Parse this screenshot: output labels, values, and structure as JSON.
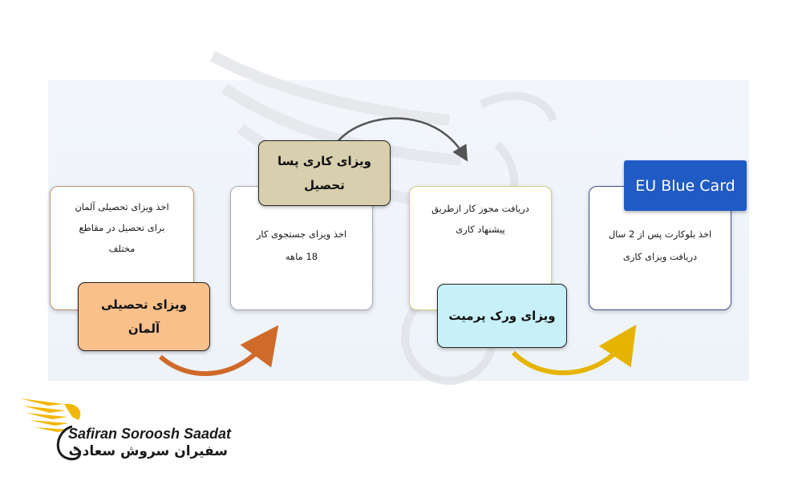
{
  "steps": [
    {
      "title": "ویزای تحصیلی آلمان",
      "description": [
        "اخذ ویزای تحصیلی آلمان",
        "برای تحصیل در مقاطع",
        "مختلف"
      ],
      "color": "#f9c08a"
    },
    {
      "title": "ویزای کاری پسا تحصیل",
      "description": [
        "اخذ ویزای جستجوی کار",
        "18 ماهه"
      ],
      "color": "#d7cfae"
    },
    {
      "title": "ویزای ورک پرمیت",
      "description": [
        "دریافت مجوز کار ازطریق",
        "پیشنهاد کاری"
      ],
      "color": "#c8f0f8"
    },
    {
      "title": "EU Blue Card",
      "description": [
        "اخذ بلوکارت پس از 2 سال",
        "دریافت ویزای کاری"
      ],
      "color": "#1f5ac5"
    }
  ],
  "arrows": [
    {
      "from": "step1",
      "to": "step2",
      "color": "#d06a2a"
    },
    {
      "from": "step2",
      "to": "step3",
      "color": "#555555"
    },
    {
      "from": "step3",
      "to": "step4",
      "color": "#e6b400"
    }
  ],
  "brand": {
    "name_en": "Safiran Soroosh Saadat",
    "name_fa": "سفیران سروش سعادت",
    "logo_icon": "eagle-wing-icon",
    "logo_color": "#f2b705"
  }
}
